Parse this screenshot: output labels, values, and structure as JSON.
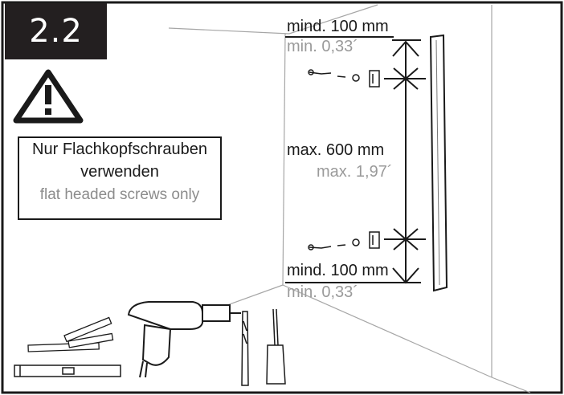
{
  "step": {
    "number": "2.2"
  },
  "warning": {
    "line1": "Nur Flachkopfschrauben",
    "line2": "verwenden",
    "line3": "flat headed screws only"
  },
  "dimensions": {
    "top_metric": "mind. 100 mm",
    "top_imperial": "min. 0,33´",
    "middle_metric": "max. 600 mm",
    "middle_imperial": "max. 1,97´",
    "bottom_metric": "mind. 100 mm",
    "bottom_imperial": "min. 0,33´"
  },
  "colors": {
    "step_box": "#231f20",
    "line": "#1a1a1a",
    "secondary_text": "#9a9a9a"
  },
  "icons": [
    "warning-triangle-icon",
    "drill-icon",
    "drill-bit-icon",
    "screwdriver-icon",
    "folding-ruler-icon",
    "spirit-level-icon",
    "screw-icon",
    "wall-plug-icon",
    "bracket-icon"
  ]
}
